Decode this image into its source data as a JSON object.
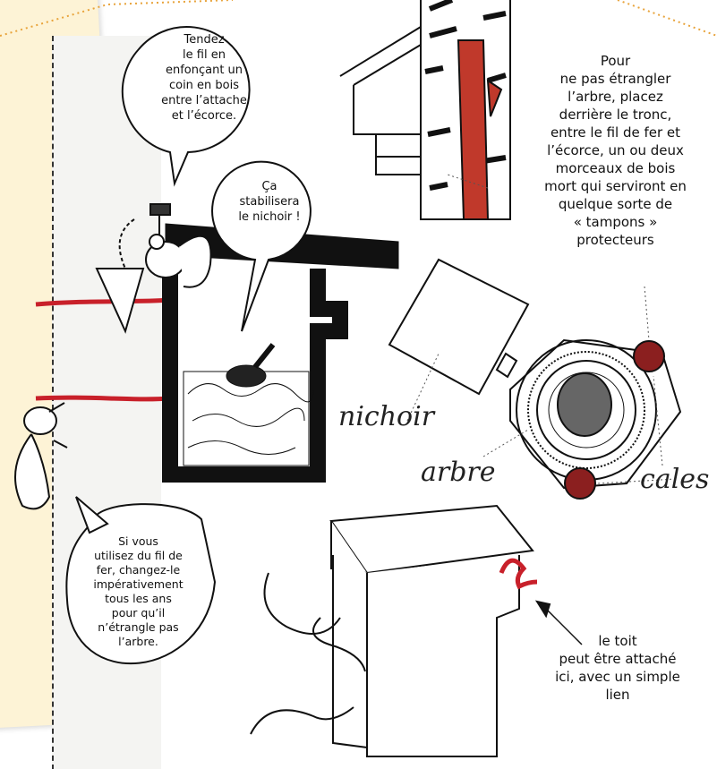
{
  "bubbles": {
    "wire_top": [
      "Tendez",
      "le fil en",
      "enfonçant un",
      "coin en bois",
      "entre l’attache",
      "et l’écorce."
    ],
    "stabilize": [
      "Ça",
      "stabilisera",
      "le nichoir !"
    ],
    "wire_change": [
      "Si vous",
      "utilisez du fil de",
      "fer, changez-le",
      "impérativement",
      "tous les ans",
      "pour qu’il",
      "n’étrangle pas",
      "l’arbre."
    ]
  },
  "notes": {
    "protect": [
      "Pour",
      "ne pas étrangler",
      "l’arbre, placez",
      "derrière le tronc,",
      "entre le fil de fer et",
      "l’écorce, un ou deux",
      "morceaux de bois",
      "mort qui serviront en",
      "quelque sorte de",
      "« tampons »",
      "protecteurs"
    ],
    "roof": [
      "le toit",
      "peut être attaché",
      "ici, avec un simple",
      "lien"
    ]
  },
  "labels": {
    "nichoir": "nichoir",
    "arbre": "arbre",
    "cales": "cales"
  },
  "colors": {
    "wire_red": "#c8202a",
    "wood_red": "#c0392b",
    "sticky": "#fdf3d6",
    "dot_orange": "#e8a33a"
  }
}
